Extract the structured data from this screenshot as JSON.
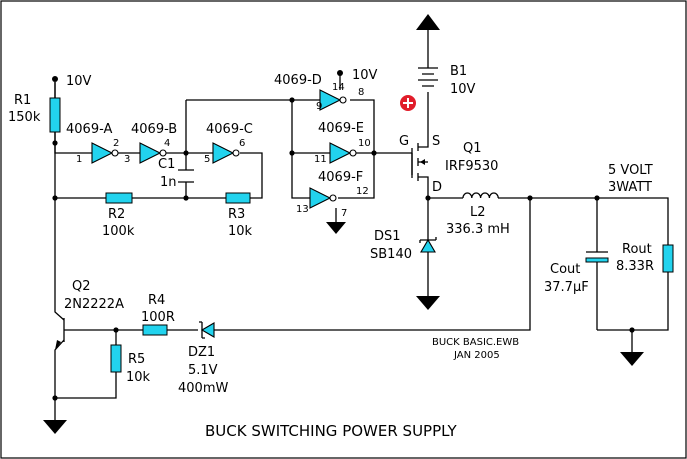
{
  "title": "BUCK SWITCHING POWER SUPPLY",
  "file_note": "BUCK BASIC.EWB",
  "date_note": "JAN 2005",
  "supply_10v_left": "10V",
  "supply_10v_right": "10V",
  "output_label_1": "5 VOLT",
  "output_label_2": "3WATT",
  "accent_color": "#22d3ee",
  "polarity_color": "#e11d2a",
  "components": {
    "r1": {
      "ref": "R1",
      "value": "150k"
    },
    "r2": {
      "ref": "R2",
      "value": "100k"
    },
    "r3": {
      "ref": "R3",
      "value": "10k"
    },
    "r4": {
      "ref": "R4",
      "value": "100R"
    },
    "r5": {
      "ref": "R5",
      "value": "10k"
    },
    "c1": {
      "ref": "C1",
      "value": "1n"
    },
    "q1": {
      "ref": "Q1",
      "value": "IRF9530"
    },
    "q2": {
      "ref": "Q2",
      "value": "2N2222A"
    },
    "b1": {
      "ref": "B1",
      "value": "10V"
    },
    "l2": {
      "ref": "L2",
      "value": "336.3 mH"
    },
    "ds1": {
      "ref": "DS1",
      "value": "SB140"
    },
    "dz1": {
      "ref": "DZ1",
      "value": "5.1V",
      "value2": "400mW"
    },
    "cout": {
      "ref": "Cout",
      "value": "37.7µF"
    },
    "rout": {
      "ref": "Rout",
      "value": "8.33R"
    }
  },
  "gates": {
    "a": {
      "label": "4069-A",
      "pin_in": "1",
      "pin_out": "2"
    },
    "b": {
      "label": "4069-B",
      "pin_in": "3",
      "pin_out": "4"
    },
    "c": {
      "label": "4069-C",
      "pin_in": "5",
      "pin_out": "6"
    },
    "d": {
      "label": "4069-D",
      "pin_in": "9",
      "pin_out": "8",
      "pin_vdd": "14"
    },
    "e": {
      "label": "4069-E",
      "pin_in": "11",
      "pin_out": "10"
    },
    "f": {
      "label": "4069-F",
      "pin_in": "13",
      "pin_out": "12",
      "pin_gnd": "7"
    }
  },
  "mosfet_pins": {
    "gate": "G",
    "source": "S",
    "drain": "D"
  }
}
